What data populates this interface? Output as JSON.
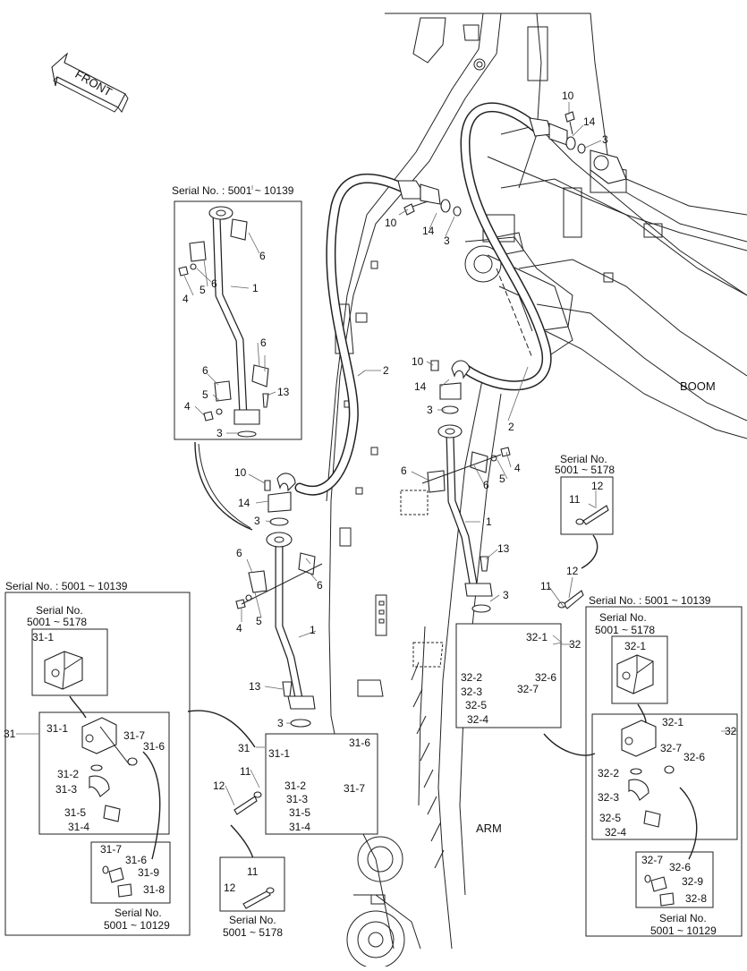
{
  "front_label": "FRONT",
  "boom_label": "BOOM",
  "arm_label": "ARM",
  "serials": {
    "s10139": "Serial No. : 5001 ~ 10139",
    "serial_no": "Serial No.",
    "r5178": "5001 ~ 5178",
    "r10129": "5001 ~ 10129"
  },
  "parts": {
    "p1": "1",
    "p2": "2",
    "p3": "3",
    "p4": "4",
    "p5": "5",
    "p6": "6",
    "p10": "10",
    "p11": "11",
    "p12": "12",
    "p13": "13",
    "p14": "14",
    "p31": "31",
    "p32": "32",
    "p31_1": "31-1",
    "p31_2": "31-2",
    "p31_3": "31-3",
    "p31_4": "31-4",
    "p31_5": "31-5",
    "p31_6": "31-6",
    "p31_7": "31-7",
    "p31_8": "31-8",
    "p31_9": "31-9",
    "p32_1": "32-1",
    "p32_2": "32-2",
    "p32_3": "32-3",
    "p32_4": "32-4",
    "p32_5": "32-5",
    "p32_6": "32-6",
    "p32_7": "32-7",
    "p32_8": "32-8",
    "p32_9": "32-9"
  }
}
